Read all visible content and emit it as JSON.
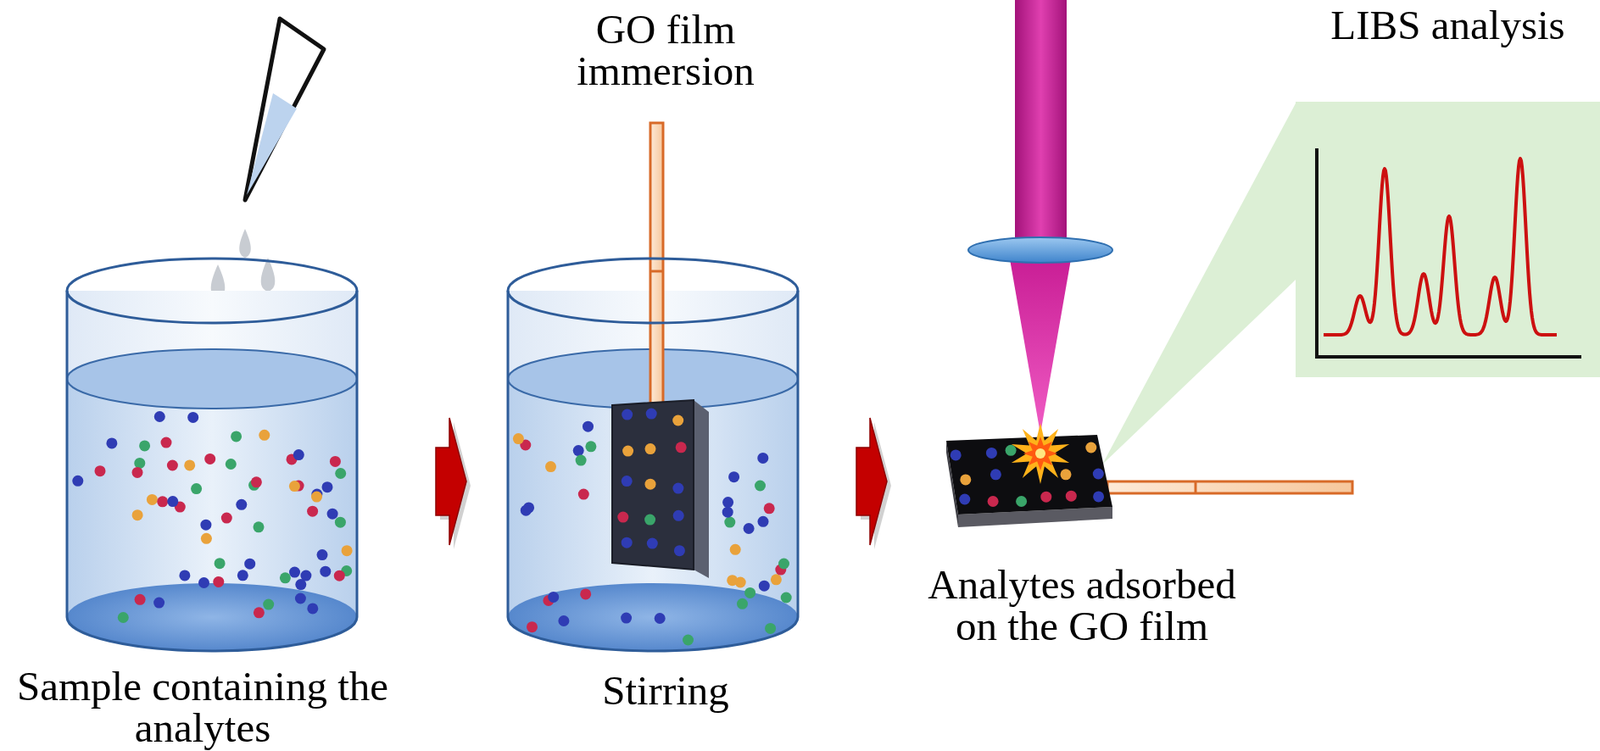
{
  "diagram": {
    "nodes": [
      {
        "text": [
          "Sample containing the analytes"
        ]
      },
      {
        "text": [
          "GO film immersion",
          "Stirring"
        ]
      },
      {
        "text": [
          "Analytes adsorbed on the GO film"
        ]
      },
      {
        "text": [
          "LIBS analysis"
        ]
      }
    ],
    "edges": [
      {
        "from": 0,
        "to": 1,
        "arrow": "to"
      },
      {
        "from": 1,
        "to": 2,
        "arrow": "to"
      }
    ]
  }
}
